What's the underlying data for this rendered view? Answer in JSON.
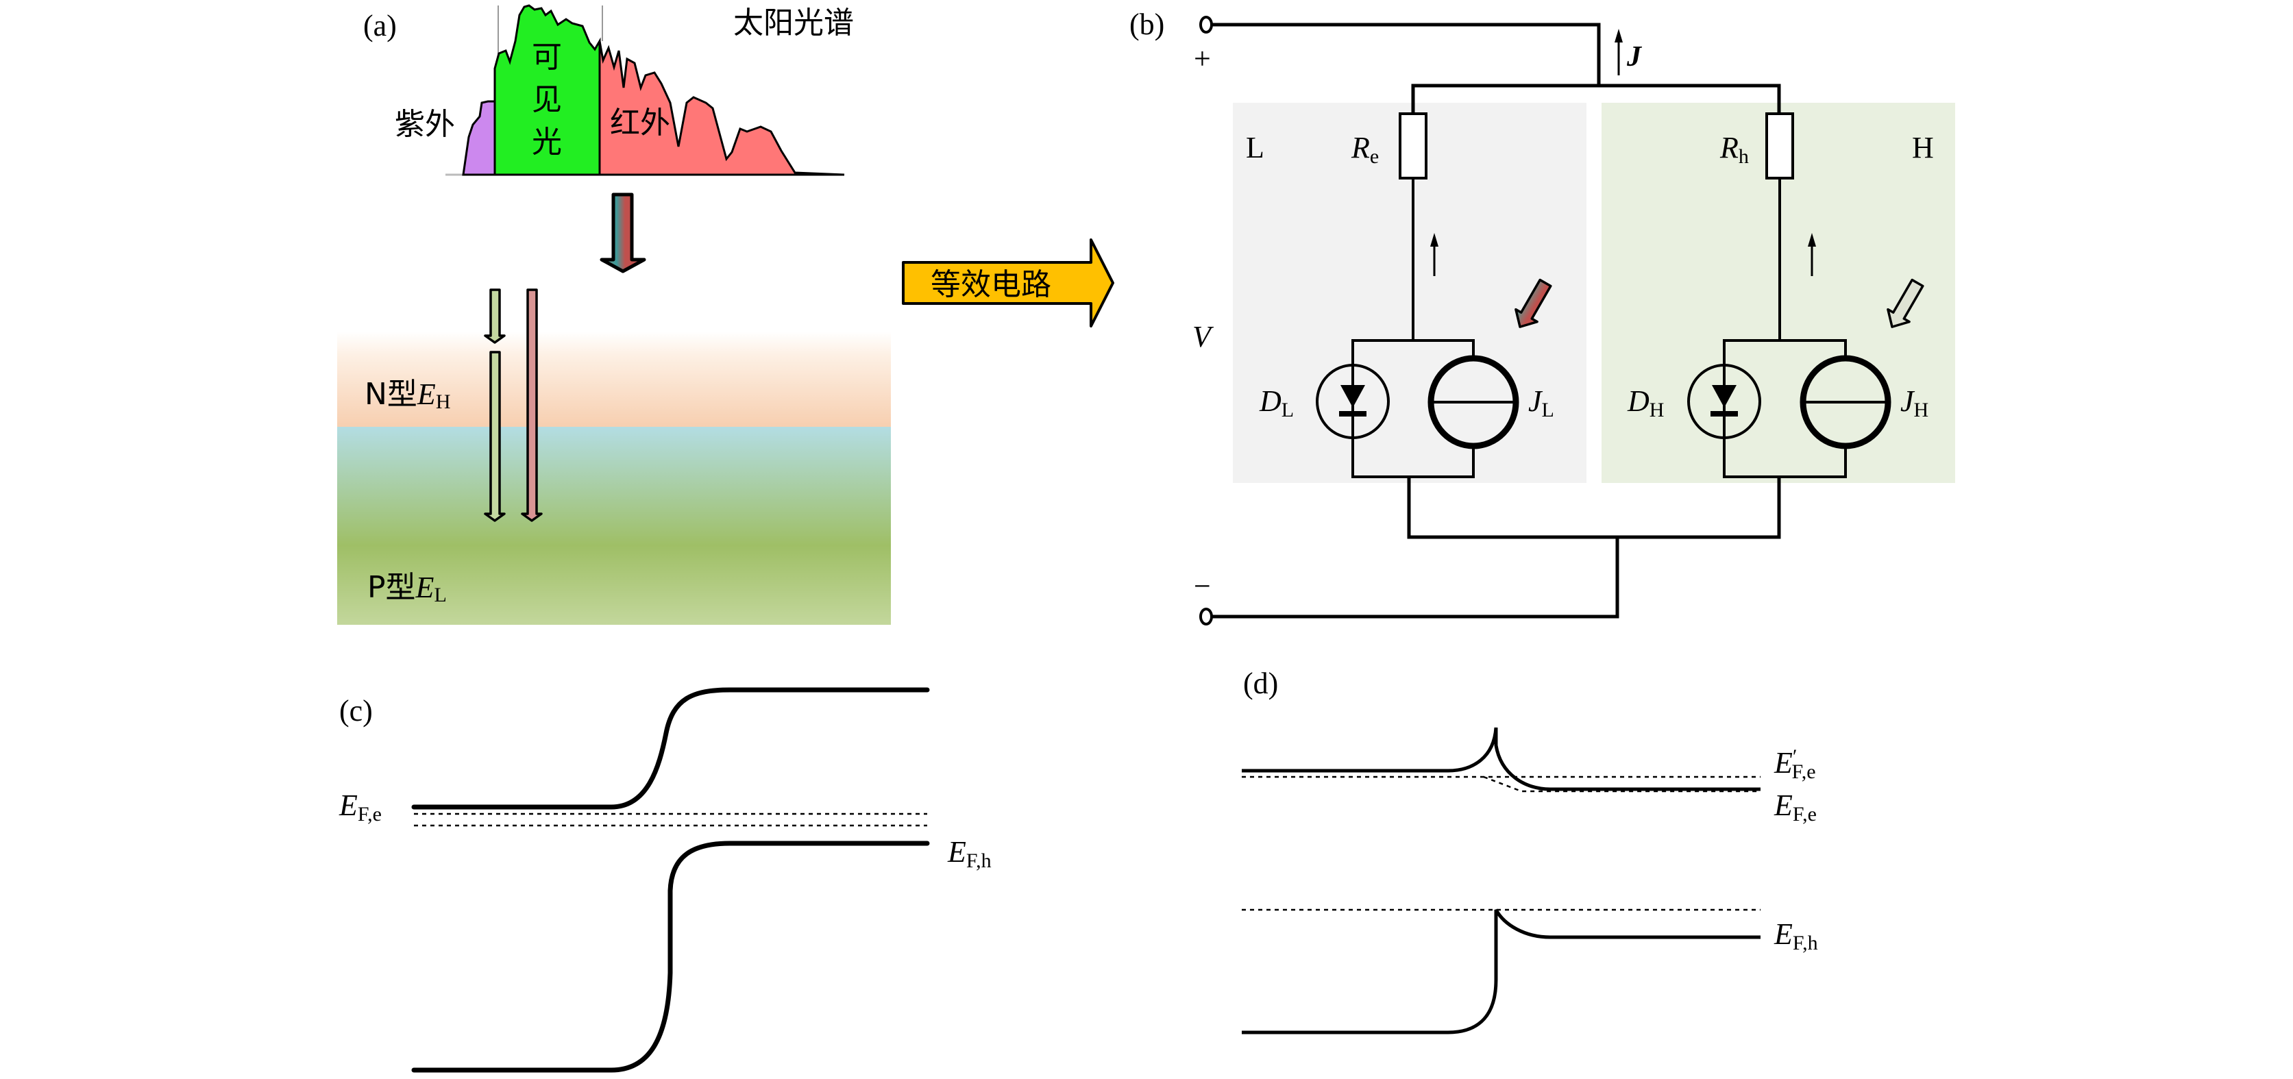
{
  "panels": {
    "a": {
      "label": "(a)",
      "spectrum_title": "太阳光谱",
      "regions": [
        {
          "name": "紫外",
          "color": "#cc88ee"
        },
        {
          "name": "可见光",
          "color": "#22ee22"
        },
        {
          "name": "红外",
          "color": "#ff7777"
        }
      ],
      "visible_chars": [
        "可",
        "见",
        "光"
      ],
      "layers": {
        "n_type": {
          "prefix": "N型",
          "symbol": "E",
          "subscript": "H",
          "color_top": "#fdf3ea",
          "color_bottom": "#f7cfb0"
        },
        "p_type": {
          "prefix": "P型",
          "symbol": "E",
          "subscript": "L",
          "color_top": "#b3dde3",
          "color_mid": "#9fbf66",
          "color_bottom": "#c3d79c"
        }
      },
      "arrow_colors": {
        "green": "#c4d8a0",
        "red": "#d99594",
        "gradient_left": "#4a9a99",
        "gradient_right": "#c0504d"
      }
    },
    "arrow_label": "等效电路",
    "arrow_color": "#ffc000",
    "b": {
      "label": "(b)",
      "plus": "+",
      "minus": "−",
      "voltage": "V",
      "current": "J",
      "left_block": {
        "name": "L",
        "resistor": {
          "symbol": "R",
          "subscript": "e"
        },
        "diode": {
          "symbol": "D",
          "subscript": "L"
        },
        "source": {
          "symbol": "J",
          "subscript": "L"
        },
        "bg": "#f2f2f2"
      },
      "right_block": {
        "name": "H",
        "resistor": {
          "symbol": "R",
          "subscript": "h"
        },
        "diode": {
          "symbol": "D",
          "subscript": "H"
        },
        "source": {
          "symbol": "J",
          "subscript": "H"
        },
        "bg": "#e9f0e0"
      }
    },
    "c": {
      "label": "(c)",
      "efe": {
        "symbol": "E",
        "subscript": "F,e"
      },
      "efh": {
        "symbol": "E",
        "subscript": "F,h"
      }
    },
    "d": {
      "label": "(d)",
      "efe_prime": {
        "symbol": "E",
        "prime": "′",
        "subscript": "F,e"
      },
      "efe": {
        "symbol": "E",
        "subscript": "F,e"
      },
      "efh": {
        "symbol": "E",
        "subscript": "F,h"
      }
    }
  }
}
